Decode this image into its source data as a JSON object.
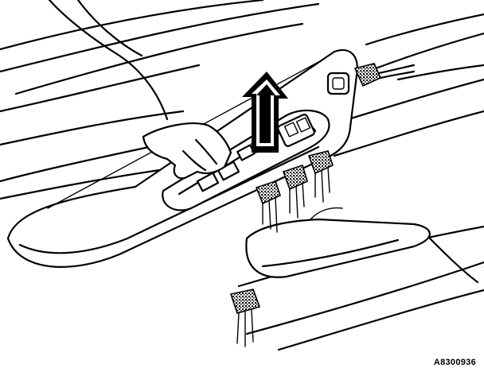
{
  "diagram": {
    "subject": "door-armrest-switch-panel-removal",
    "icons": {
      "direction_arrow": "arrow-up-icon",
      "connector": "connector-icon"
    },
    "connector_count": 5
  },
  "figure_id": "A8300936",
  "colors": {
    "ink": "#000000",
    "paper": "#ffffff"
  }
}
